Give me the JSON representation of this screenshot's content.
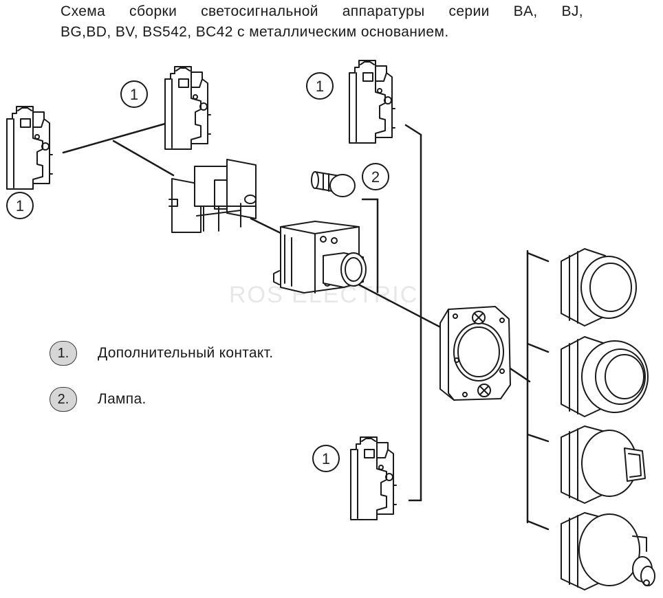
{
  "title": {
    "line1": "Схема сборки светосигнальной аппаратуры серии BA, BJ,",
    "line2": "BG,BD, BV, BS542, BC42 с металлическим основанием."
  },
  "callouts": {
    "aux_contact": "1",
    "lamp": "2"
  },
  "legend": [
    {
      "num": "1.",
      "text": "Дополнительный контакт."
    },
    {
      "num": "2.",
      "text": "Лампа."
    }
  ],
  "watermark": "ROS ELECTRIC"
}
